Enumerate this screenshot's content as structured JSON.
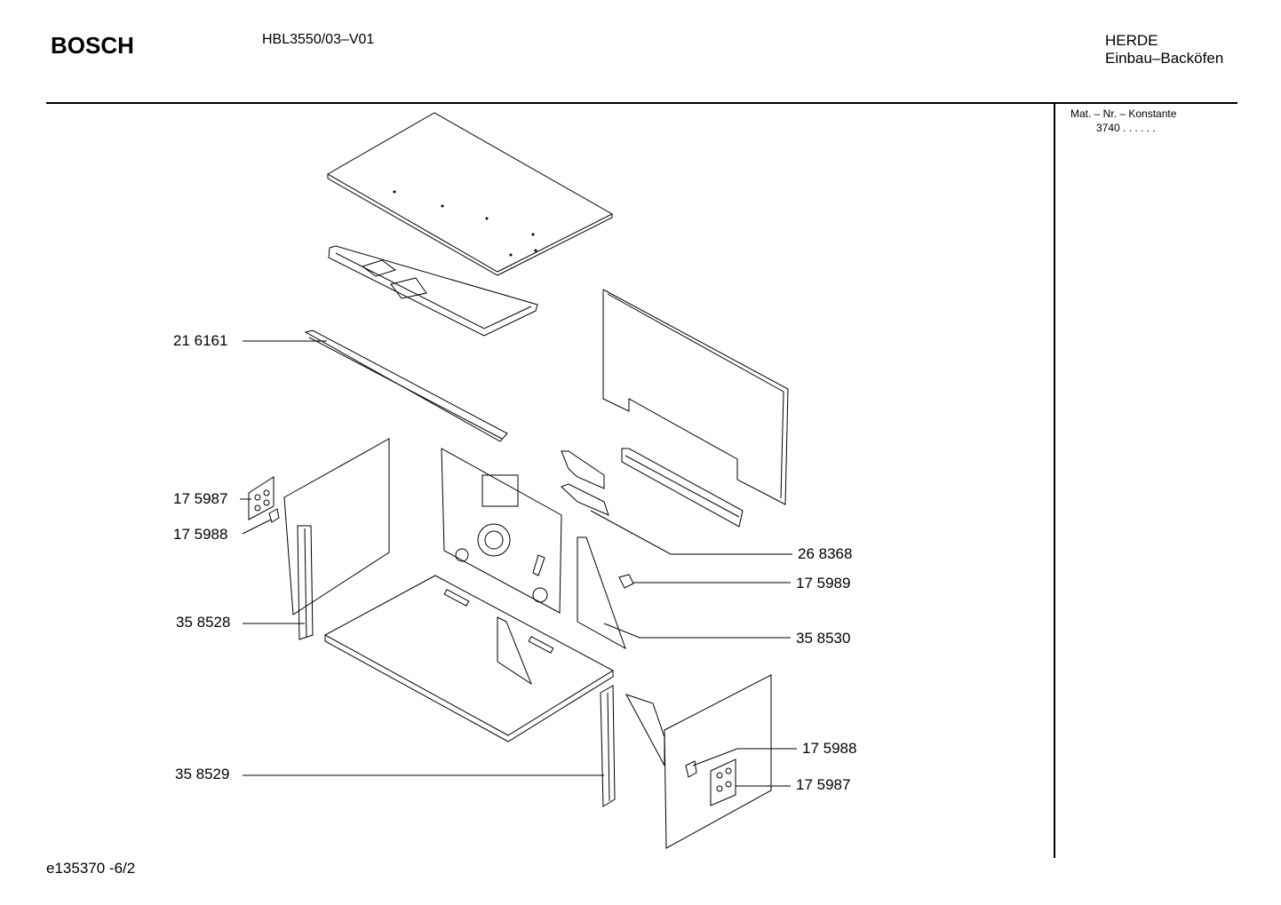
{
  "header": {
    "brand": "BOSCH",
    "model": "HBL3550/03–V01",
    "category_line1": "HERDE",
    "category_line2": "Einbau–Backöfen"
  },
  "side_panel": {
    "mat_label": "Mat. – Nr. – Konstante",
    "mat_value": "3740 .  .    .  .  .  ."
  },
  "footer": {
    "drawing_id": "e135370   -6/2"
  },
  "parts": {
    "p216161": "21 6161",
    "p175987_left": "17 5987",
    "p175988_left": "17 5988",
    "p358528": "35 8528",
    "p358529": "35 8529",
    "p268368": "26 8368",
    "p175989": "17 5989",
    "p358530": "35 8530",
    "p175988_right": "17 5988",
    "p175987_right": "17 5987"
  }
}
